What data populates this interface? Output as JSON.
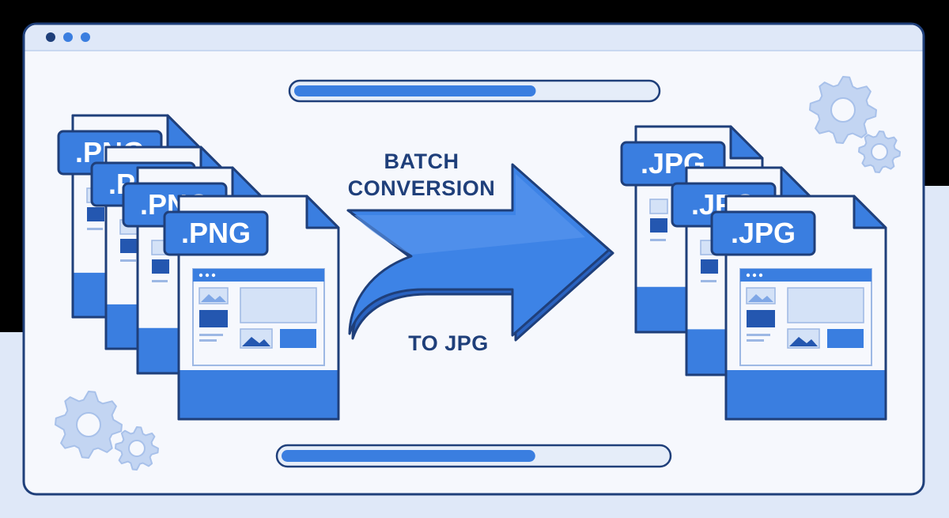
{
  "window": {
    "control_dots": [
      "window-dot-1",
      "window-dot-2",
      "window-dot-3"
    ]
  },
  "progress": {
    "top": {
      "fraction": 0.67
    },
    "bottom": {
      "fraction": 0.66
    }
  },
  "source_files": {
    "label": ".PNG",
    "count": 4
  },
  "target_files": {
    "label": ".JPG",
    "count": 3
  },
  "conversion": {
    "title_line_1": "BATCH",
    "title_line_2": "CONVERSION",
    "subtitle": "TO JPG"
  },
  "colors": {
    "background": "#000000",
    "panel": "#dfe8f8",
    "window_bg": "#f6f8fd",
    "outline": "#1f3f7a",
    "accent": "#3a7ee0",
    "light_blue": "#d4e2f7",
    "gear": "#c3d5f2",
    "text_dark": "#1f3f7a"
  },
  "icons": [
    "gear-icon",
    "image-icon",
    "arrow-icon"
  ]
}
